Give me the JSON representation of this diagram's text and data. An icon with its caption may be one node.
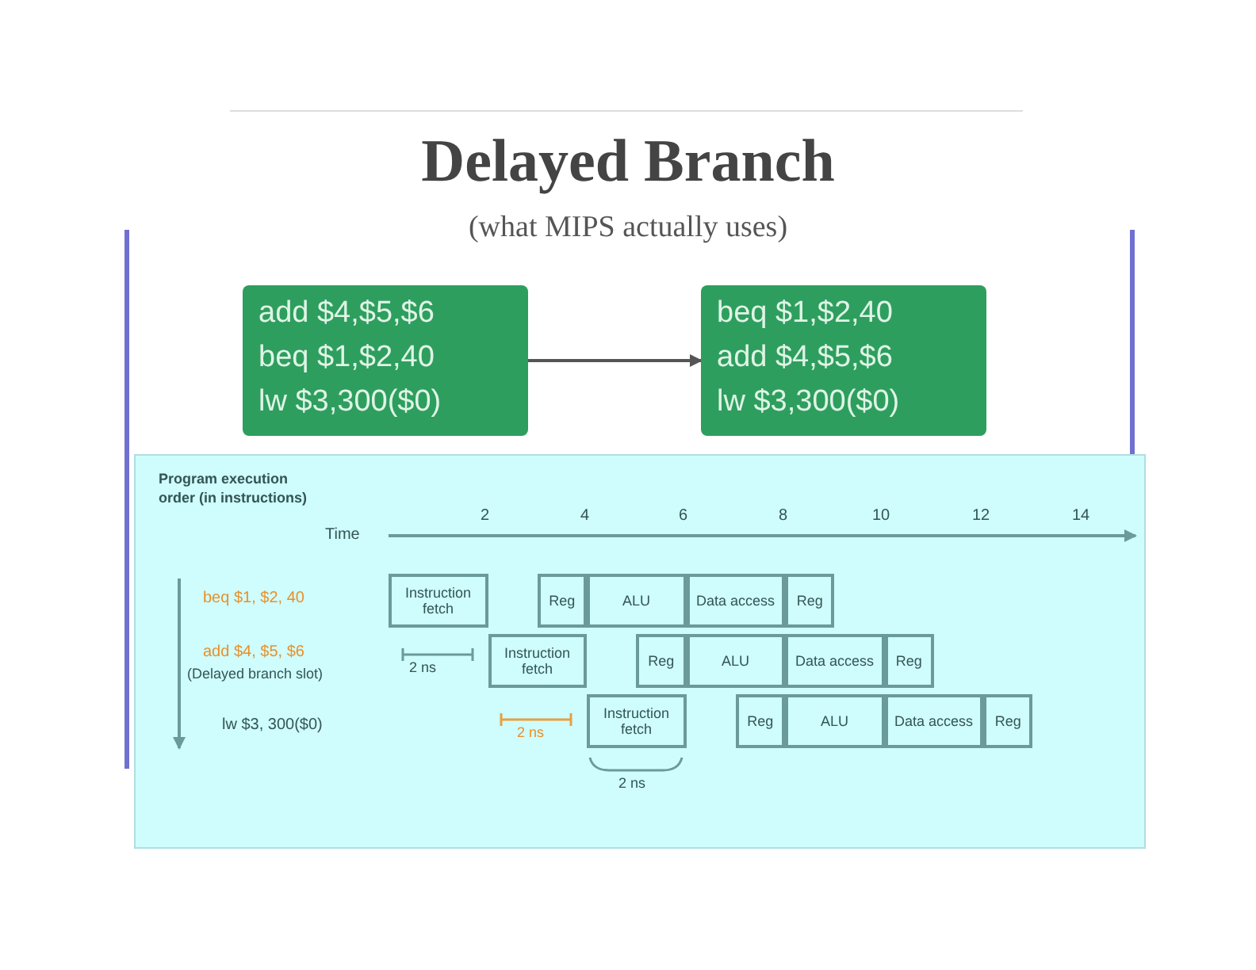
{
  "diagram": {
    "title": "Delayed Branch",
    "nodes": [
      {
        "text": [
          "add $4,$5,$6",
          "beq $1,$2,40",
          "lw $3,300($0)"
        ]
      },
      {
        "text": [
          "beq $1,$2,40",
          "add $4,$5,$6",
          "lw $3,300($0)"
        ]
      },
      {
        "text": [
          "Instruction fetch"
        ]
      },
      {
        "text": [
          "Reg"
        ]
      },
      {
        "text": [
          "ALU"
        ]
      },
      {
        "text": [
          "Data access"
        ]
      },
      {
        "text": [
          "Reg"
        ]
      },
      {
        "text": [
          "Instruction fetch"
        ]
      },
      {
        "text": [
          "Reg"
        ]
      },
      {
        "text": [
          "ALU"
        ]
      },
      {
        "text": [
          "Data access"
        ]
      },
      {
        "text": [
          "Reg"
        ]
      },
      {
        "text": [
          "Instruction fetch"
        ]
      },
      {
        "text": [
          "Reg"
        ]
      },
      {
        "text": [
          "ALU"
        ]
      },
      {
        "text": [
          "Data access"
        ]
      },
      {
        "text": [
          "Reg"
        ]
      }
    ],
    "edges": [
      {
        "from": 0,
        "to": 1,
        "arrow": "to"
      }
    ],
    "labels": [
      "(what MIPS actually uses)",
      "Program execution order (in instructions)",
      "Time",
      "2",
      "4",
      "6",
      "8",
      "10",
      "12",
      "14",
      "beq $1, $2, 40",
      "add $4, $5, $6",
      "(Delayed branch slot)",
      "lw $3, 300($0)",
      "2 ns",
      "2 ns",
      "2 ns"
    ]
  }
}
